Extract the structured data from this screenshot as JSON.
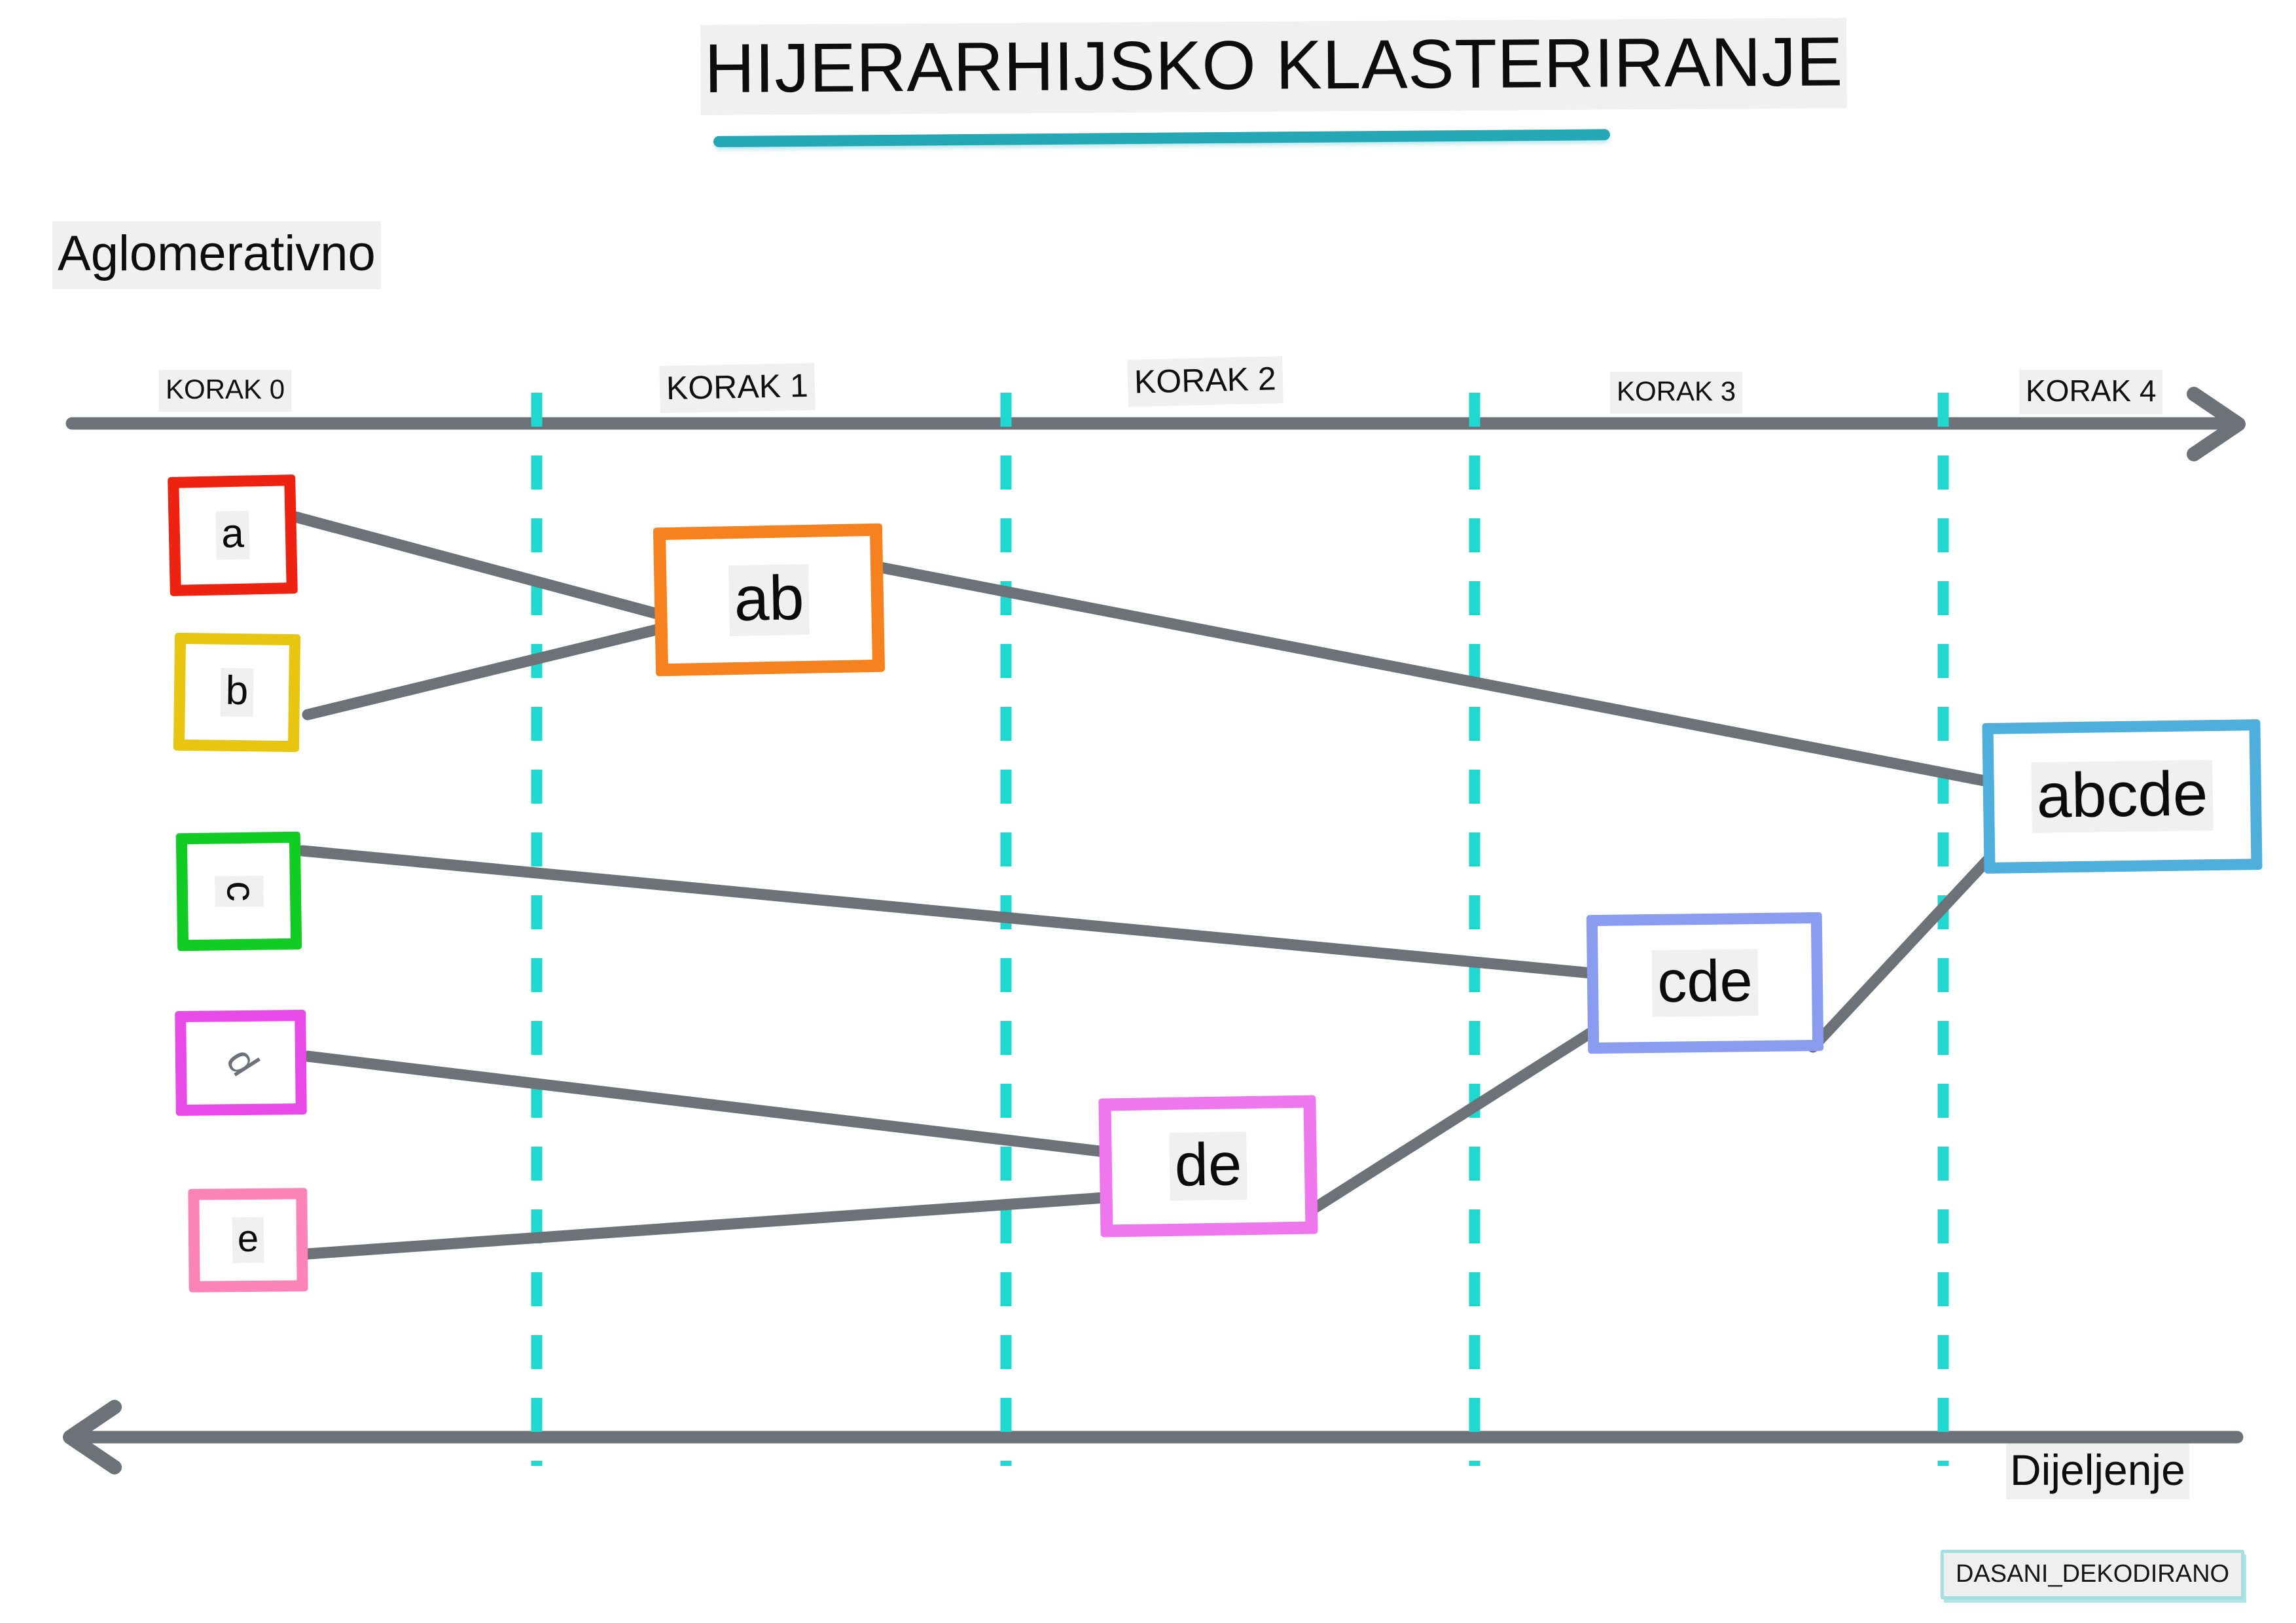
{
  "title": "HIJERARHIJSKO KLASTERIRANJE",
  "headings": {
    "top_left": "Aglomerativno",
    "bottom_right": "Dijeljenje"
  },
  "watermark": "DASANI_DEKODIRANO",
  "colors": {
    "title_underline": "#24a8b5",
    "axis": "#6d7278",
    "connector": "#6d7278",
    "step_divider": "#1fd8d0",
    "label_highlight": "#f0f0f0",
    "watermark_border": "#a5dfe0"
  },
  "axes": {
    "top": {
      "label": "Aglomerativno",
      "direction": "right"
    },
    "bottom": {
      "label": "Dijeljenje",
      "direction": "left"
    }
  },
  "steps": [
    {
      "id": "korak-0",
      "label": "KORAK 0"
    },
    {
      "id": "korak-1",
      "label": "KORAK 1"
    },
    {
      "id": "korak-2",
      "label": "KORAK 2"
    },
    {
      "id": "korak-3",
      "label": "KORAK 3"
    },
    {
      "id": "korak-4",
      "label": "KORAK 4"
    }
  ],
  "nodes": [
    {
      "id": "a",
      "label": "a",
      "step": 0,
      "border": "#ee2211"
    },
    {
      "id": "b",
      "label": "b",
      "step": 0,
      "border": "#e8c511"
    },
    {
      "id": "c",
      "label": "c",
      "step": 0,
      "border": "#11cc22"
    },
    {
      "id": "d",
      "label": "d",
      "step": 0,
      "border": "#e84ae8"
    },
    {
      "id": "e",
      "label": "e",
      "step": 0,
      "border": "#fb83b7"
    },
    {
      "id": "ab",
      "label": "ab",
      "step": 1,
      "border": "#f5821f"
    },
    {
      "id": "de",
      "label": "de",
      "step": 2,
      "border": "#ee77ee"
    },
    {
      "id": "cde",
      "label": "cde",
      "step": 3,
      "border": "#8a9cf0"
    },
    {
      "id": "abcde",
      "label": "abcde",
      "step": 4,
      "border": "#4eafdc"
    }
  ],
  "merges": [
    {
      "from": "a",
      "to": "ab"
    },
    {
      "from": "b",
      "to": "ab"
    },
    {
      "from": "d",
      "to": "de"
    },
    {
      "from": "e",
      "to": "de"
    },
    {
      "from": "c",
      "to": "cde"
    },
    {
      "from": "de",
      "to": "cde"
    },
    {
      "from": "ab",
      "to": "abcde"
    },
    {
      "from": "cde",
      "to": "abcde"
    }
  ]
}
